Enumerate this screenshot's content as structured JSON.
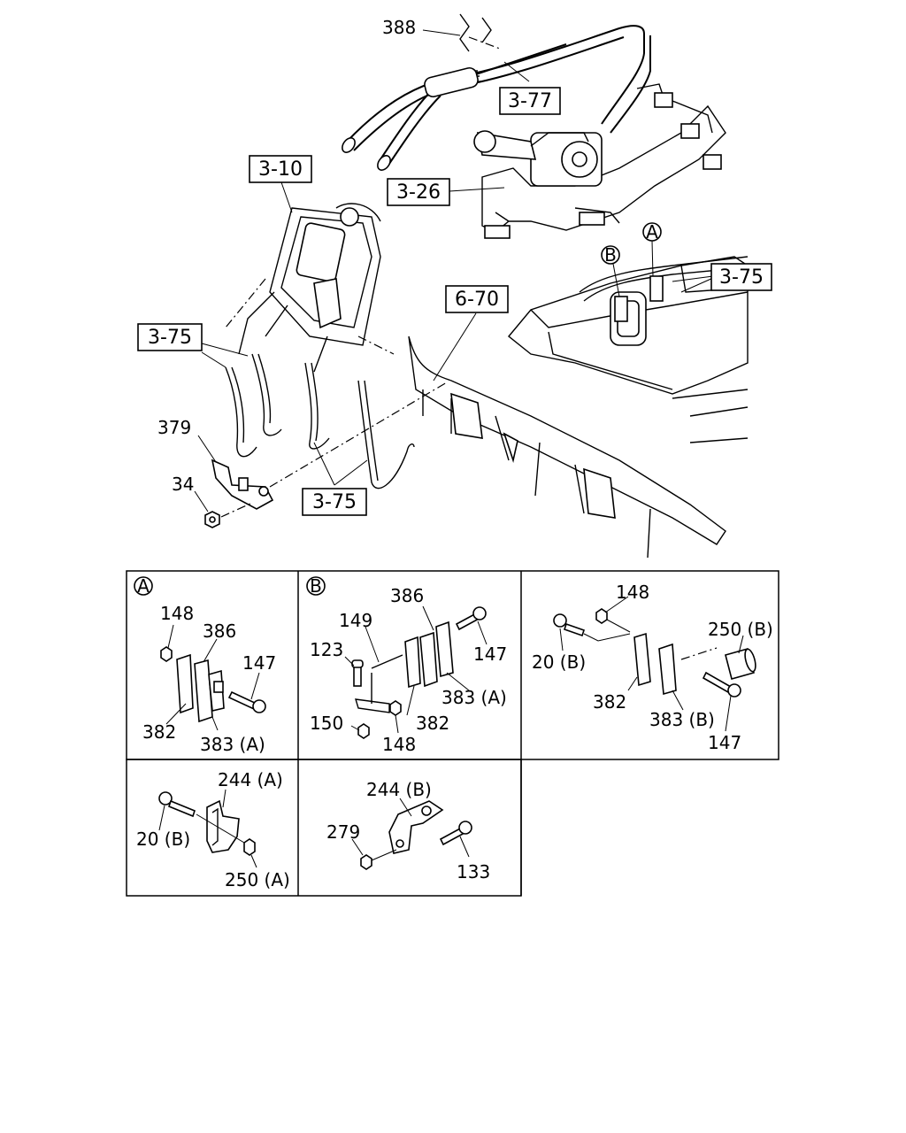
{
  "main": {
    "refs": {
      "r3_77": "3-77",
      "r3_10": "3-10",
      "r3_26": "3-26",
      "r3_75_right": "3-75",
      "r6_70": "6-70",
      "r3_75_left": "3-75",
      "r3_75_bottom": "3-75"
    },
    "parts": {
      "p388": "388",
      "p379": "379",
      "p34": "34"
    },
    "circles": {
      "a": "A",
      "b": "B"
    }
  },
  "detail_a": {
    "marker": "A",
    "labels": {
      "l148": "148",
      "l386": "386",
      "l147": "147",
      "l382": "382",
      "l383": "383 (A)"
    }
  },
  "detail_b": {
    "marker": "B",
    "labels": {
      "l149": "149",
      "l386": "386",
      "l147": "147",
      "l123": "123",
      "l383": "383 (A)",
      "l150": "150",
      "l382": "382",
      "l148": "148"
    }
  },
  "detail_c": {
    "labels": {
      "l148": "148",
      "l250": "250 (B)",
      "l20": "20 (B)",
      "l382": "382",
      "l383": "383 (B)",
      "l147": "147"
    }
  },
  "detail_d": {
    "labels": {
      "l244": "244 (A)",
      "l20": "20 (B)",
      "l250": "250 (A)"
    }
  },
  "detail_e": {
    "labels": {
      "l244": "244 (B)",
      "l279": "279",
      "l133": "133"
    }
  }
}
